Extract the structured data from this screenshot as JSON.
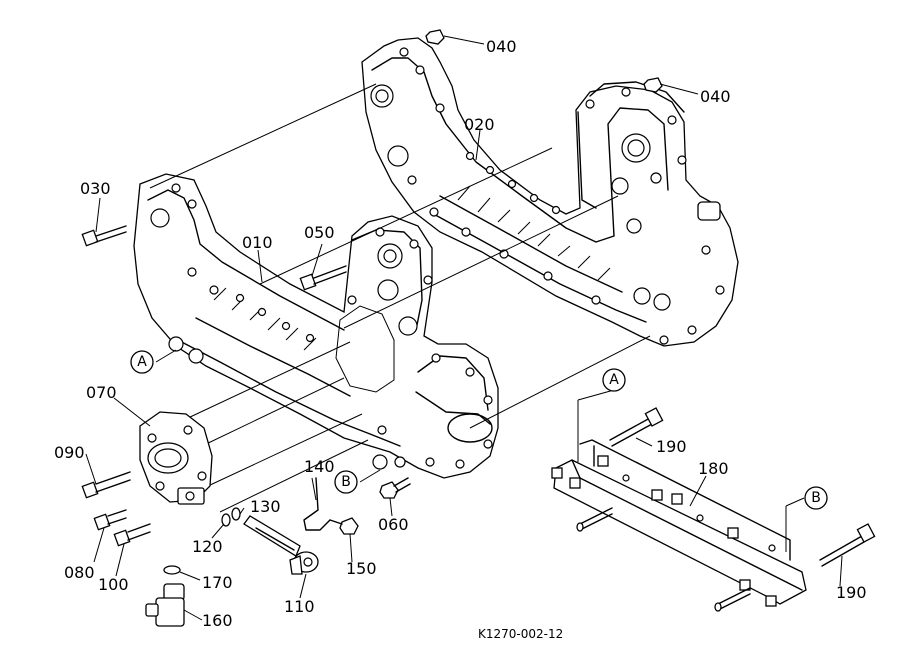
{
  "part_labels": {
    "p010": "010",
    "p020": "020",
    "p030": "030",
    "p040a": "040",
    "p040b": "040",
    "p050": "050",
    "p060": "060",
    "p070": "070",
    "p080": "080",
    "p090": "090",
    "p100": "100",
    "p110": "110",
    "p120": "120",
    "p130": "130",
    "p140": "140",
    "p150": "150",
    "p160": "160",
    "p170": "170",
    "p180": "180",
    "p190a": "190",
    "p190b": "190"
  },
  "reference_markers": {
    "a1": "A",
    "a2": "A",
    "b1": "B",
    "b2": "B"
  },
  "figure_code": "K1270-002-12"
}
